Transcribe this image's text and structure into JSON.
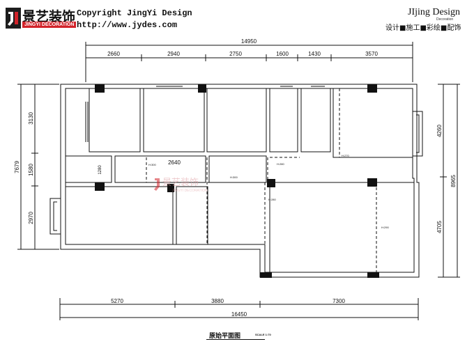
{
  "header": {
    "logo_cn": "景艺装饰",
    "logo_en": "JINGYI DECORATION",
    "copyright": "Copyright JingYi Design",
    "website": "http://www.jydes.com",
    "brand_name": "JIjing Design",
    "brand_sub": "Decoration",
    "services": "设计■施工■彩绘■配饰"
  },
  "plan": {
    "top_total": "14950",
    "top_dims": [
      "2660",
      "2940",
      "2750",
      "1600",
      "1430",
      "3570"
    ],
    "bottom_total": "16450",
    "bottom_dims": [
      "5270",
      "3880",
      "7300"
    ],
    "left_total": "7679",
    "left_dims": [
      "3130",
      "1580",
      "2970"
    ],
    "right_total": "8965",
    "right_dims": [
      "4260",
      "4705"
    ],
    "inner_dim_2640": "2640",
    "inner_dim_1280": "1280",
    "heights": {
      "h1": "H:300",
      "h2": "H:300",
      "h3": "H:280",
      "h4": "H:280",
      "h5": "H:270",
      "h6": "H:290"
    },
    "watermark_cn": "景艺装饰",
    "watermark_en": "JINGYI DECORATION",
    "title": "原始平面图",
    "scale": "SCALE 1:70"
  },
  "colors": {
    "line": "#111111",
    "logo_red": "#d2232a",
    "watermark": "#f2c9cb"
  }
}
